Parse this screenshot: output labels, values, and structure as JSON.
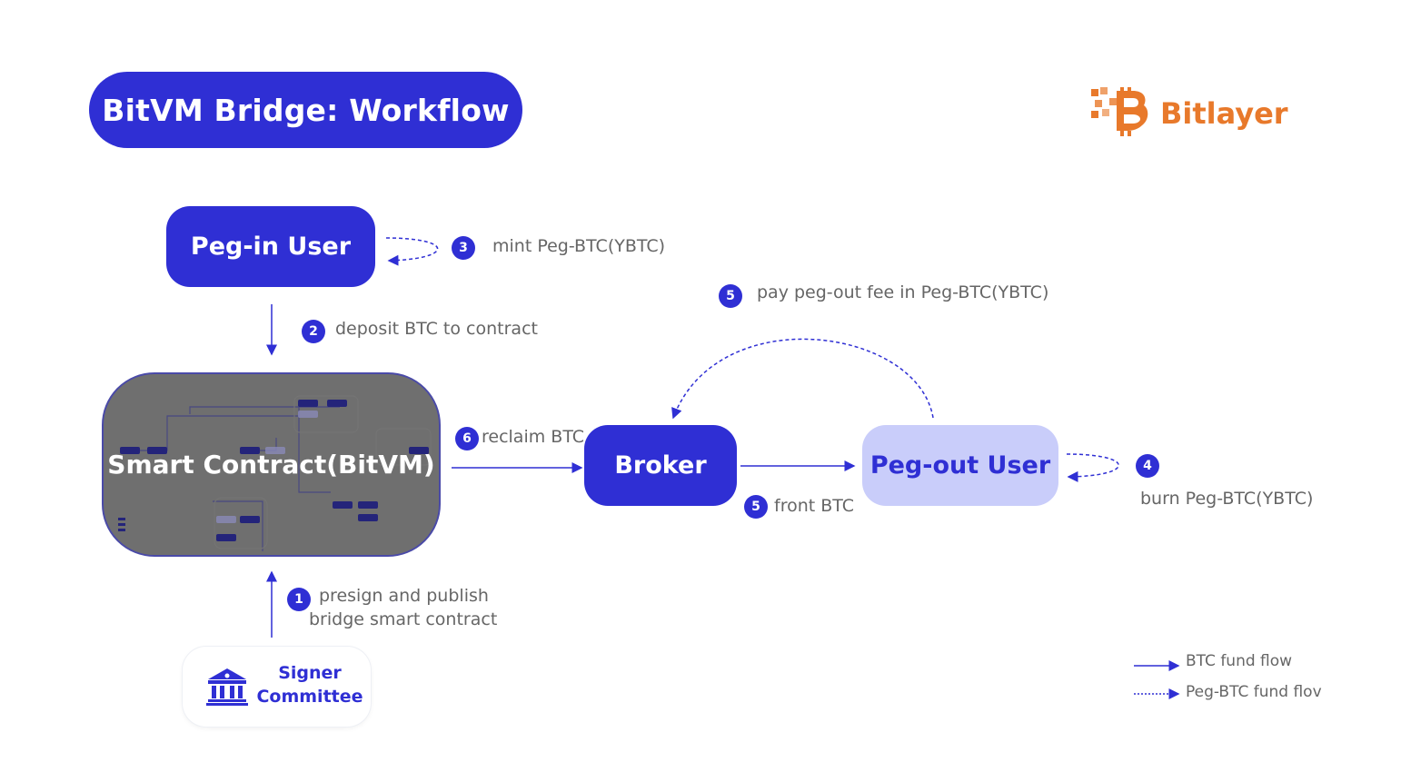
{
  "title": "BitVM Bridge: Workflow",
  "logo": {
    "text": "Bitlayer",
    "color": "#e8792b"
  },
  "nodes": {
    "pegin_user": "Peg-in User",
    "smart_contract": "Smart Contract(BitVM)",
    "broker": "Broker",
    "pegout_user": "Peg-out User",
    "signer_committee_line1": "Signer",
    "signer_committee_line2": "Committee"
  },
  "steps": {
    "s1": {
      "num": "1",
      "text_line1": "presign and publish",
      "text_line2": "bridge smart contract"
    },
    "s2": {
      "num": "2",
      "text": "deposit BTC to contract"
    },
    "s3": {
      "num": "3",
      "text": "mint Peg-BTC(YBTC)"
    },
    "s4": {
      "num": "4",
      "text": "burn Peg-BTC(YBTC)"
    },
    "s5a": {
      "num": "5",
      "text": "pay peg-out fee in Peg-BTC(YBTC)"
    },
    "s5b": {
      "num": "5",
      "text": "front BTC"
    },
    "s6": {
      "num": "6",
      "text": "reclaim BTC"
    }
  },
  "legend": {
    "btc_flow": "BTC fund flow",
    "pegbtc_flow": "Peg-BTC fund flov"
  },
  "colors": {
    "primary": "#2f2fd4",
    "light": "#c9cdfa",
    "contract_bg": "#6f6f6f"
  },
  "icons": {
    "signer": "bank-icon",
    "logo": "bitlayer-logo-icon"
  }
}
